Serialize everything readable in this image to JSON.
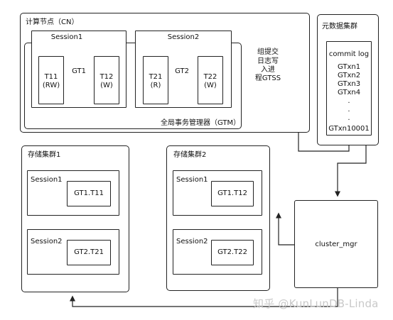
{
  "cn": {
    "title": "计算节点（CN）",
    "sessions": [
      "Session1",
      "Session2"
    ],
    "global_txns": [
      "GT1",
      "GT2"
    ],
    "txns": [
      {
        "name": "T11",
        "mode": "(RW)"
      },
      {
        "name": "T12",
        "mode": "(W)"
      },
      {
        "name": "T21",
        "mode": "(R)"
      },
      {
        "name": "T22",
        "mode": "(W)"
      }
    ],
    "gtm_label": "全局事务管理器（GTM）"
  },
  "gtss": {
    "lines": [
      "组提交",
      "日志写",
      "入进",
      "程GTSS"
    ]
  },
  "meta": {
    "title": "元数据集群",
    "commit_log": [
      "commit log",
      "GTxn1",
      "GTxn2",
      "GTxn3",
      "GTxn4",
      ".",
      ".",
      ".",
      "GTxn10001"
    ]
  },
  "storage": [
    {
      "title": "存储集群1",
      "sessions": [
        {
          "label": "Session1",
          "branch": "GT1.T11"
        },
        {
          "label": "Session2",
          "branch": "GT2.T21"
        }
      ]
    },
    {
      "title": "存储集群2",
      "sessions": [
        {
          "label": "Session1",
          "branch": "GT1.T12"
        },
        {
          "label": "Session2",
          "branch": "GT2.T22"
        }
      ]
    }
  ],
  "cluster_mgr": {
    "label": "cluster_mgr"
  },
  "watermark": "知乎 @KunLunDB-Linda"
}
